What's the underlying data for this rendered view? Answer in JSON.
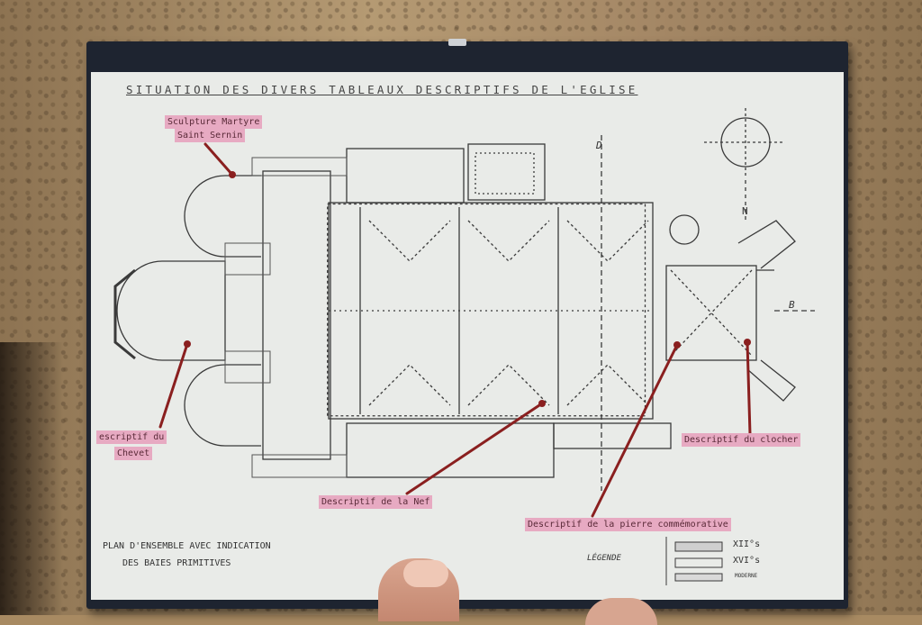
{
  "sheet": {
    "title": "SITUATION DES DIVERS TABLEAUX DESCRIPTIFS DE L'EGLISE",
    "footer_line1": "PLAN D'ENSEMBLE AVEC INDICATION",
    "footer_line2": "DES BAIES PRIMITIVES"
  },
  "labels": {
    "sculpture_1": "Sculpture Martyre",
    "sculpture_2": "Saint Sernin",
    "chevet_1": "escriptif du",
    "chevet_2": "Chevet",
    "nef": "Descriptif de la Nef",
    "pierre": "Descriptif de la pierre commémorative",
    "clocher": "Descriptif du clocher"
  },
  "plan_marks": {
    "north": "N",
    "d": "D",
    "b": "B"
  },
  "legend": {
    "title": "LÉGENDE",
    "items": [
      "XII°s",
      "XVI°s",
      "MODERNE"
    ]
  },
  "colors": {
    "wall": "#a88a62",
    "sheet": "#e9ebe8",
    "label_bg": "#e7aac2",
    "pointer": "#8a1f1f",
    "ink": "#3a3a3a"
  }
}
